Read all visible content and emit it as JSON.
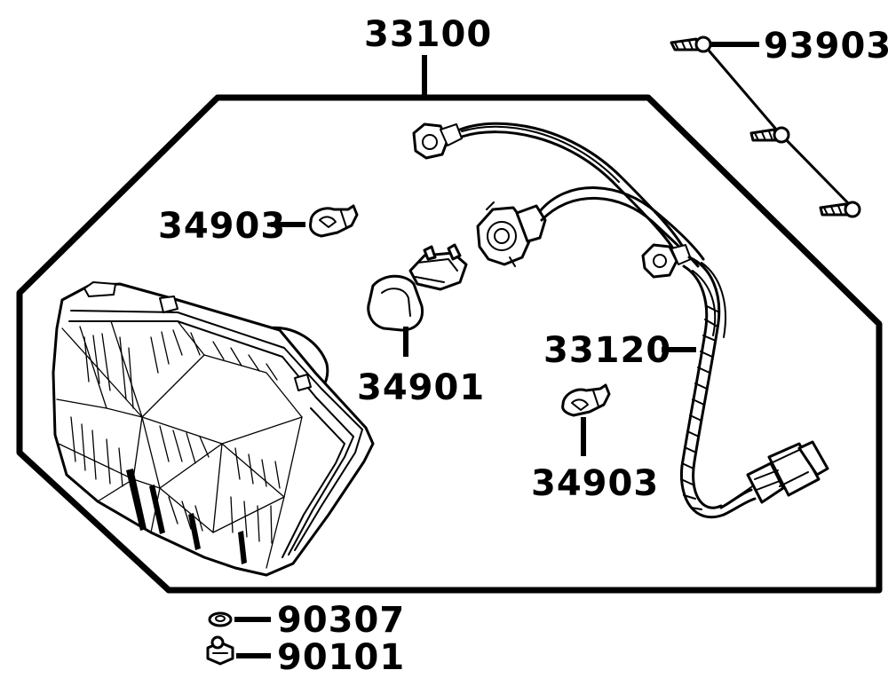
{
  "diagram": {
    "labels": {
      "headlight_assembly": "33100",
      "wiring_harness": "33120",
      "main_bulb": "34901",
      "position_bulb_left": "34903",
      "position_bulb_right": "34903",
      "mounting_screws": "93903",
      "washer": "90307",
      "bolt": "90101"
    },
    "colors": {
      "ink": "#000000",
      "background": "#ffffff"
    }
  }
}
